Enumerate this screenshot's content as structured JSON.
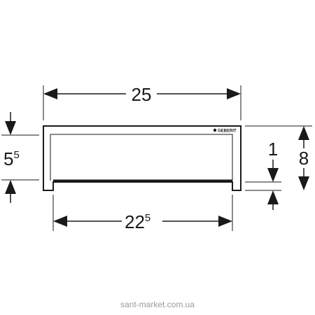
{
  "dimensions": {
    "top_width": {
      "main": "25",
      "sup": ""
    },
    "bottom_width": {
      "main": "22",
      "sup": "5"
    },
    "left_height": {
      "main": "5",
      "sup": "5"
    },
    "right_height": {
      "main": "8",
      "sup": ""
    },
    "step_height": {
      "main": "1",
      "sup": ""
    }
  },
  "brand_mark": "GEBERIT",
  "watermark": "sant-market.com.ua",
  "colors": {
    "line": "#1a1a1a",
    "watermark": "#9a9a9a"
  }
}
